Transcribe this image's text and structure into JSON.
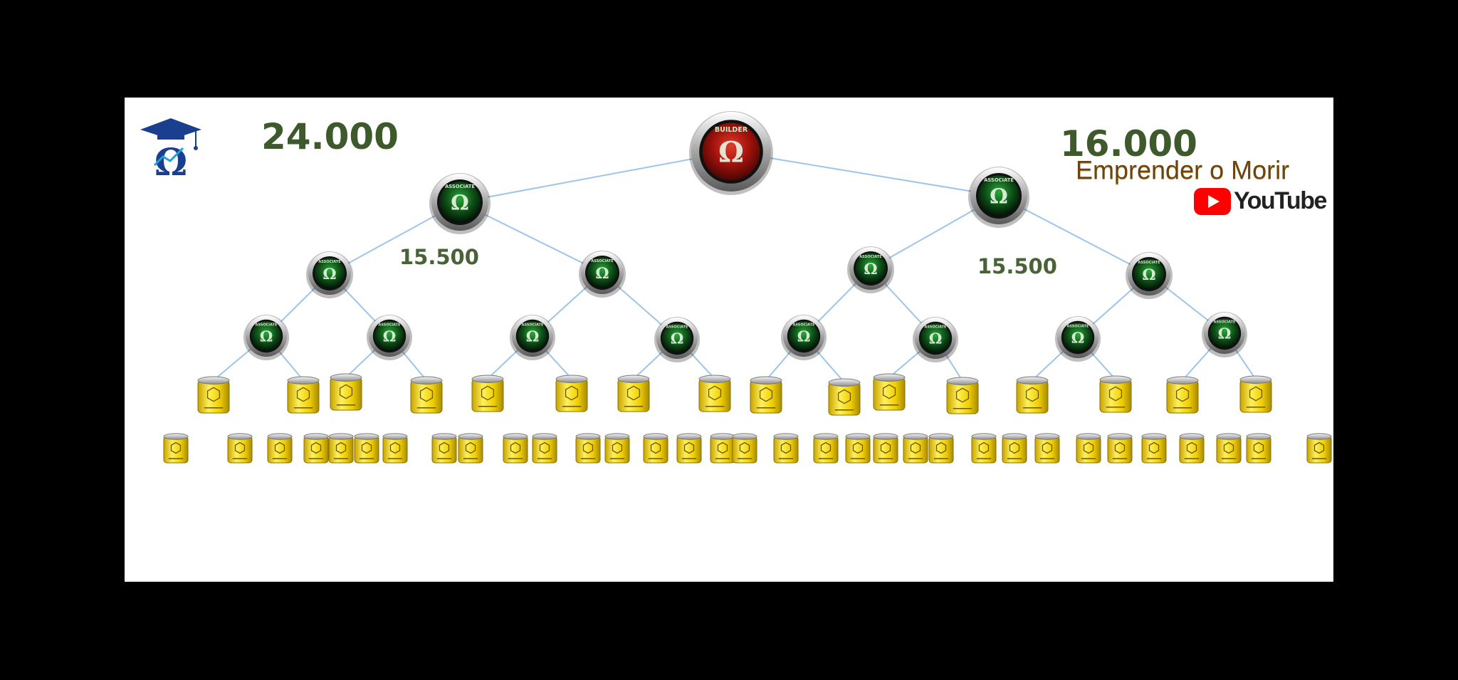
{
  "left_total": "24.000",
  "right_total": "16.000",
  "left_subtotal": "15.500",
  "right_subtotal": "15.500",
  "channel_name": "Emprender o Morir",
  "platform": "YouTube",
  "root_badge_text": "BUILDER",
  "associate_badge_text": "ASSOCIATE",
  "colors": {
    "background": "#ffffff",
    "frame": "#000000",
    "numbers": "#3e5a2c",
    "channel_text": "#6b4410",
    "youtube_red": "#ff0000",
    "connector": "#9ec5e8",
    "root_badge": "#b3170f",
    "associate_badge": "#1f8a2a",
    "member_can": "#f2d000"
  },
  "icons": [
    "omega-graduation-logo",
    "builder-badge-icon",
    "associate-badge-icon",
    "member-can-icon",
    "youtube-play-icon"
  ]
}
